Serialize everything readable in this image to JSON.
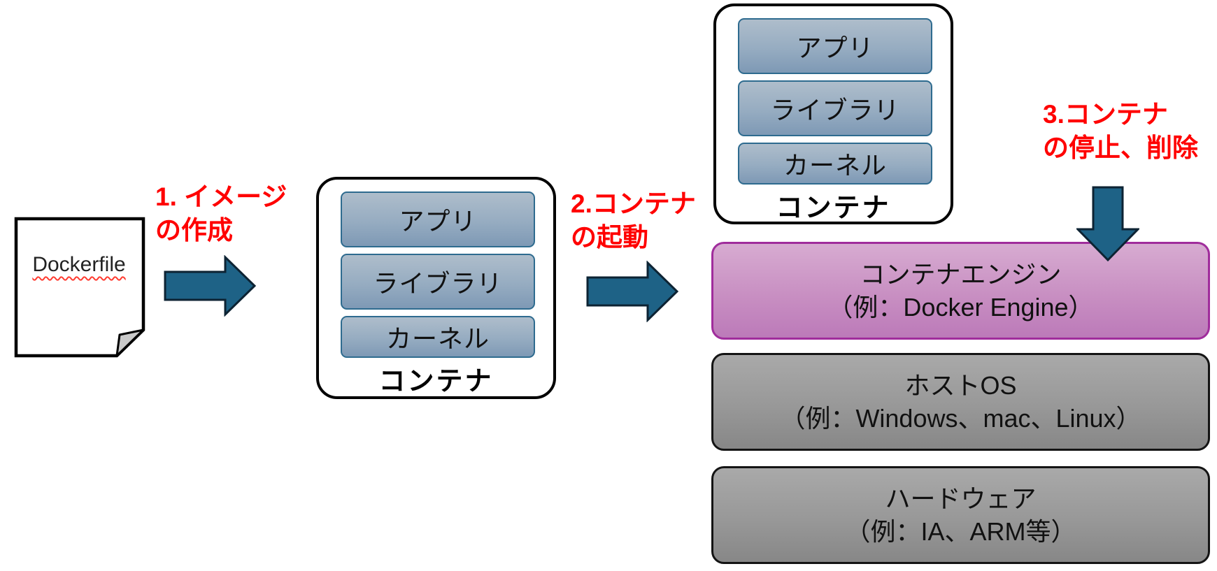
{
  "dockerfile": {
    "label": "Dockerfile"
  },
  "steps": [
    {
      "line1": "1. イメージ",
      "line2": "の作成"
    },
    {
      "line1": "2.コンテナ",
      "line2": "の起動"
    },
    {
      "line1": "3.コンテナ",
      "line2": "の停止、削除"
    }
  ],
  "containers": [
    {
      "title": "コンテナ",
      "layers": [
        "アプリ",
        "ライブラリ",
        "カーネル"
      ]
    },
    {
      "title": "コンテナ",
      "layers": [
        "アプリ",
        "ライブラリ",
        "カーネル"
      ]
    }
  ],
  "stack": [
    {
      "line1": "コンテナエンジン",
      "line2": "（例：Docker Engine）"
    },
    {
      "line1": "ホストOS",
      "line2": "（例：Windows、mac、Linux）"
    },
    {
      "line1": "ハードウェア",
      "line2": "（例：IA、ARM等）"
    }
  ],
  "colors": {
    "step_label": "#ff0000",
    "arrow_fill": "#1e6286",
    "arrow_border": "#0d2333",
    "layer_fill_top": "#aebdcb",
    "layer_fill_bottom": "#7e99b5",
    "layer_border": "#2e6b8f",
    "container_border": "#000000",
    "engine_fill_top": "#d7abd1",
    "engine_fill_bottom": "#bc7ab9",
    "engine_border": "#a02d9c",
    "os_fill_top": "#a9a9a9",
    "os_fill_bottom": "#878787",
    "os_border": "#141414"
  }
}
